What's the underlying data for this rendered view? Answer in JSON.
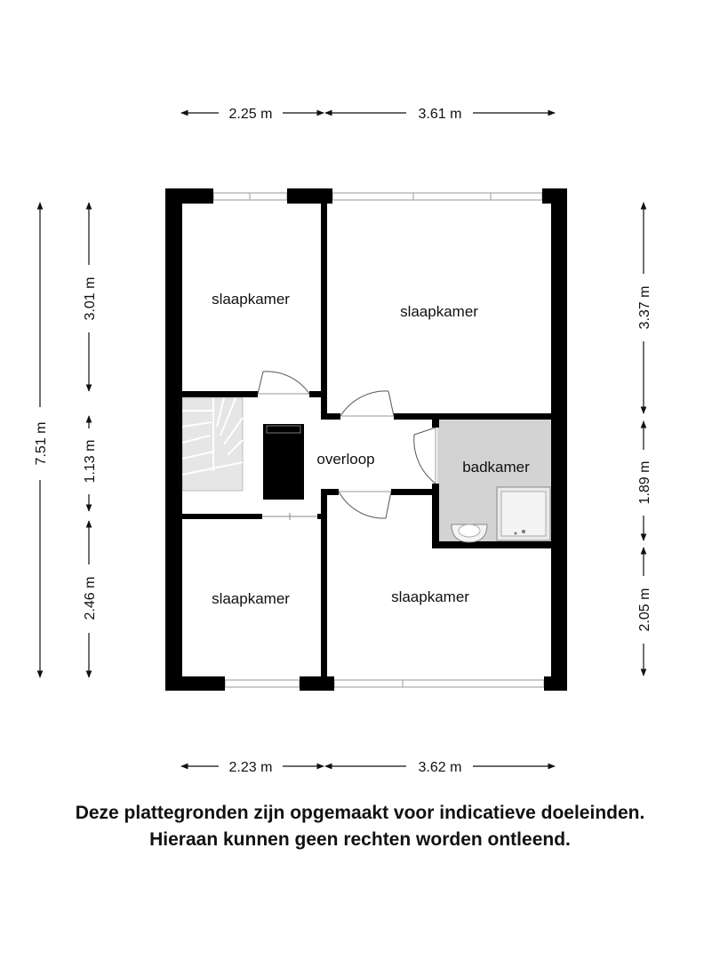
{
  "dimensions": {
    "top_left": "2.25 m",
    "top_right": "3.61 m",
    "bottom_left": "2.23 m",
    "bottom_right": "3.62 m",
    "left_total": "7.51 m",
    "left_upper": "3.01 m",
    "left_middle": "1.13 m",
    "left_lower": "2.46 m",
    "right_upper": "3.37 m",
    "right_middle": "1.89 m",
    "right_lower": "2.05 m"
  },
  "rooms": {
    "slaapkamer_top_left": "slaapkamer",
    "slaapkamer_top_right": "slaapkamer",
    "overloop": "overloop",
    "badkamer": "badkamer",
    "slaapkamer_bottom_left": "slaapkamer",
    "slaapkamer_bottom_right": "slaapkamer"
  },
  "disclaimer": {
    "line1": "Deze plattegronden zijn opgemaakt voor indicatieve doeleinden.",
    "line2": "Hieraan kunnen geen rechten worden ontleend."
  },
  "colors": {
    "wall": "#000000",
    "bathroom_fill": "#d3d3d3",
    "stairs_fill": "#e4e4e4",
    "window_stroke": "#9a9a9a"
  }
}
